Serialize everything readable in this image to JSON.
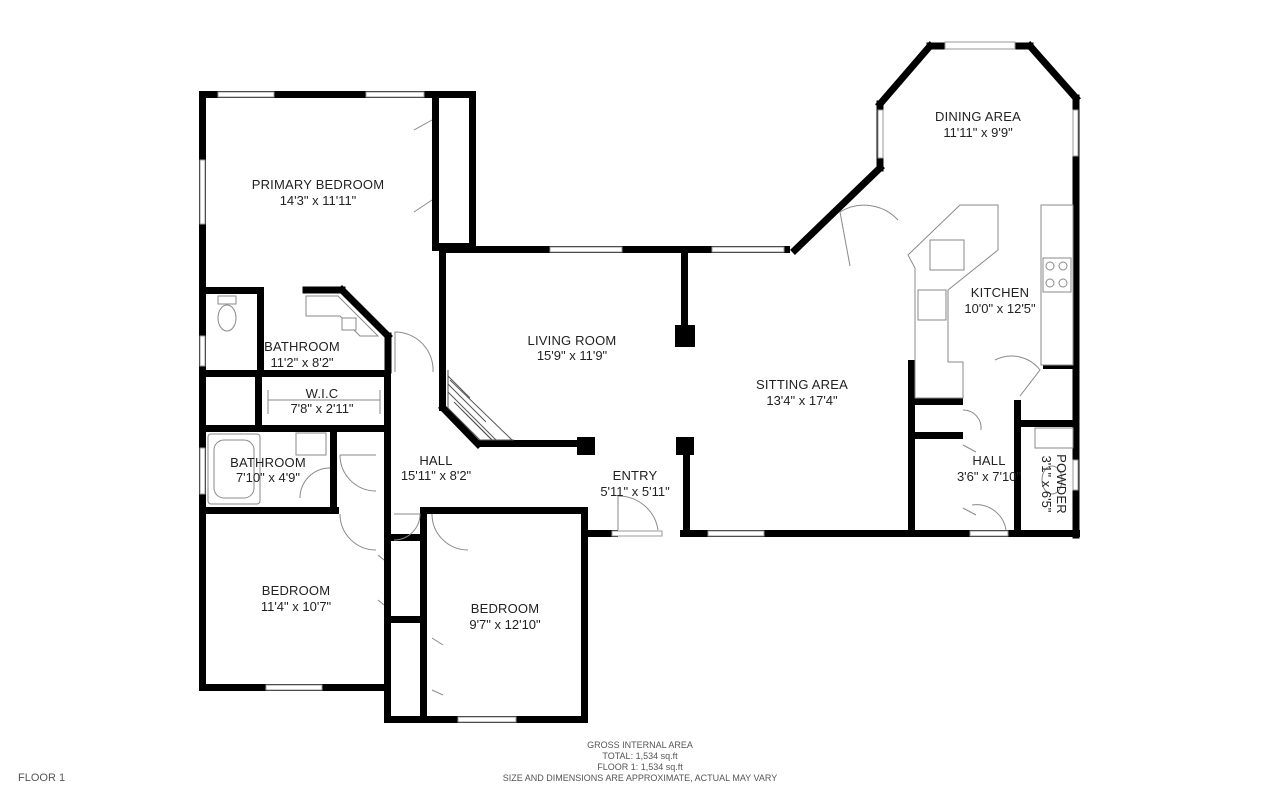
{
  "rooms": [
    {
      "id": "primary-bedroom",
      "name": "PRIMARY BEDROOM",
      "dim": "14'3\" x 11'11\""
    },
    {
      "id": "bathroom-1",
      "name": "BATHROOM",
      "dim": "11'2\" x 8'2\""
    },
    {
      "id": "wic",
      "name": "W.I.C",
      "dim": "7'8\" x 2'11\""
    },
    {
      "id": "bathroom-2",
      "name": "BATHROOM",
      "dim": "7'10\" x 4'9\""
    },
    {
      "id": "living-room",
      "name": "LIVING ROOM",
      "dim": "15'9\" x 11'9\""
    },
    {
      "id": "hall-main",
      "name": "HALL",
      "dim": "15'11\" x 8'2\""
    },
    {
      "id": "entry",
      "name": "ENTRY",
      "dim": "5'11\" x 5'11\""
    },
    {
      "id": "sitting-area",
      "name": "SITTING AREA",
      "dim": "13'4\" x 17'4\""
    },
    {
      "id": "dining-area",
      "name": "DINING AREA",
      "dim": "11'11\" x 9'9\""
    },
    {
      "id": "kitchen",
      "name": "KITCHEN",
      "dim": "10'0\" x 12'5\""
    },
    {
      "id": "hall-small",
      "name": "HALL",
      "dim": "3'6\" x 7'10\""
    },
    {
      "id": "powder",
      "name": "POWDER",
      "dim": "3'1\" x 6'5\""
    },
    {
      "id": "bedroom-1",
      "name": "BEDROOM",
      "dim": "11'4\" x 10'7\""
    },
    {
      "id": "bedroom-2",
      "name": "BEDROOM",
      "dim": "9'7\" x 12'10\""
    }
  ],
  "footer": {
    "line1": "GROSS INTERNAL AREA",
    "line2": "TOTAL: 1,534 sq.ft",
    "line3": "FLOOR 1: 1,534 sq.ft",
    "line4": "SIZE AND DIMENSIONS ARE APPROXIMATE, ACTUAL MAY VARY"
  },
  "floor_label": "FLOOR 1"
}
